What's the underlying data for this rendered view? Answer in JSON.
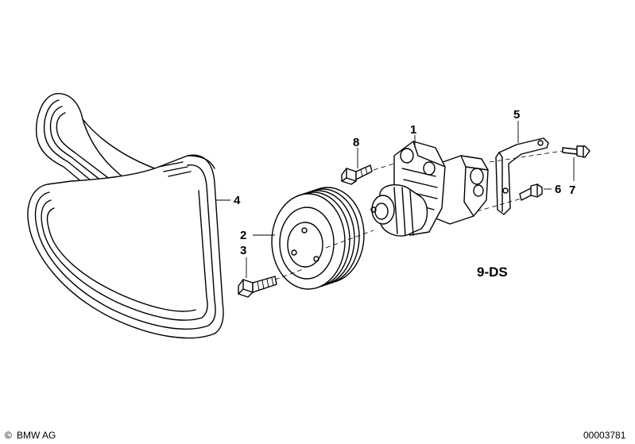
{
  "callouts": {
    "item_1": "1",
    "item_2": "2",
    "item_3": "3",
    "item_4": "4",
    "item_5": "5",
    "item_6": "6",
    "item_7": "7",
    "item_8": "8"
  },
  "group_code": "9-DS",
  "footer": {
    "copyright_symbol": "©",
    "brand": "BMW AG",
    "image_number": "00003781"
  }
}
